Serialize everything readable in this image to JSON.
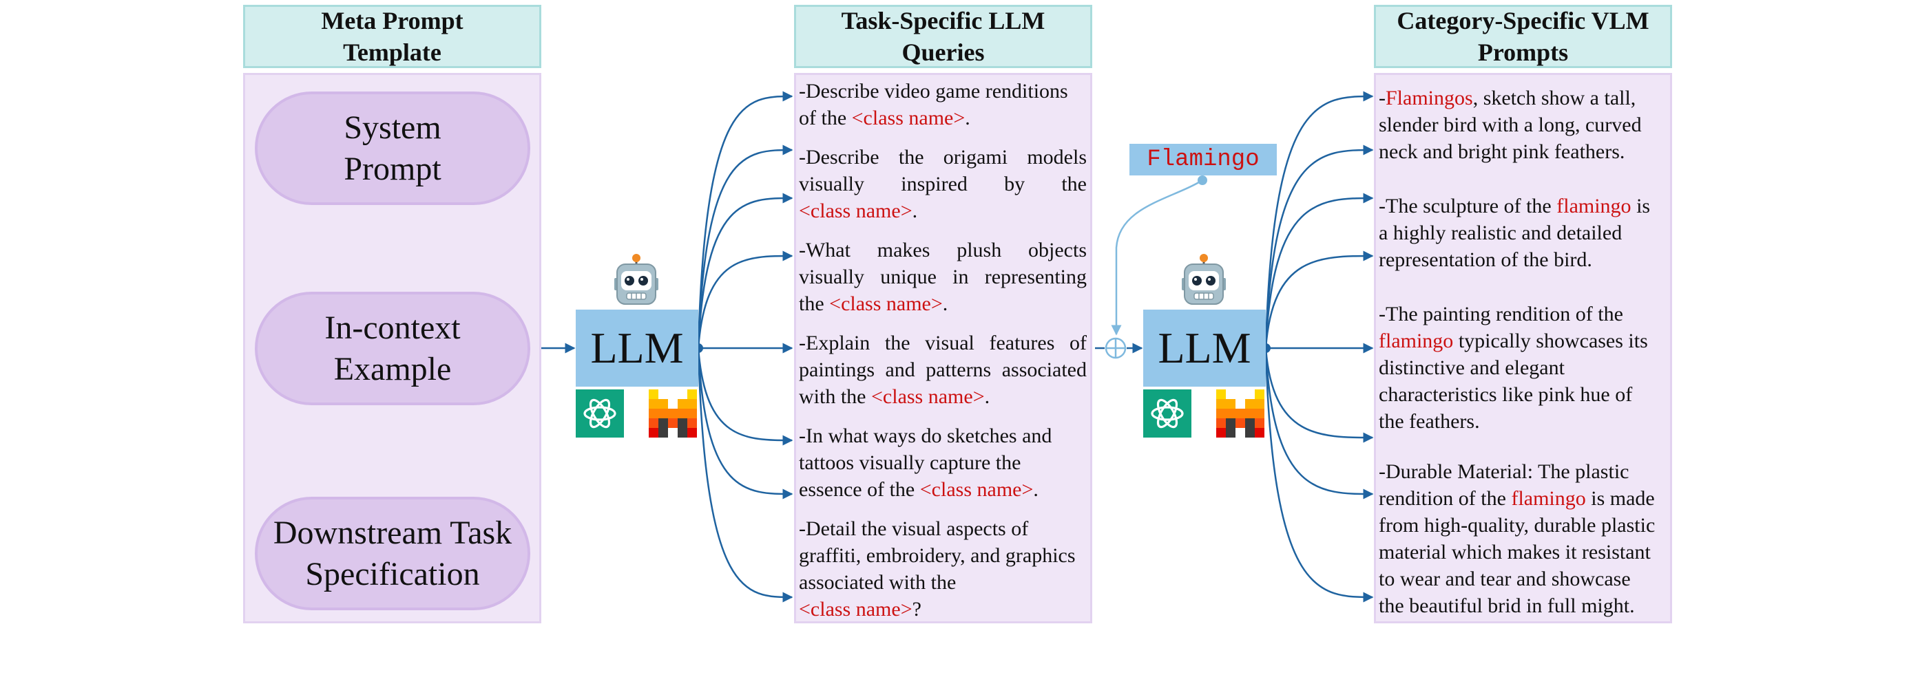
{
  "headers": {
    "meta_prompt": [
      "Meta Prompt",
      "Template"
    ],
    "llm_queries": [
      "Task-Specific LLM",
      "Queries"
    ],
    "vlm_prompts": [
      "Category-Specific VLM",
      "Prompts"
    ]
  },
  "meta_items": [
    [
      "System",
      "Prompt"
    ],
    [
      "In-context",
      "Example"
    ],
    [
      "Downstream Task",
      "Specification"
    ]
  ],
  "llm_label": "LLM",
  "placeholder": "<class name>",
  "query_input": "Flamingo",
  "queries": [
    {
      "lines": [
        [
          {
            "t": "-Describe video game renditions"
          }
        ],
        [
          {
            "t": "of the "
          },
          {
            "t": "<class name>",
            "r": true
          },
          {
            "t": "."
          }
        ]
      ]
    },
    {
      "lines": [
        [
          {
            "t": "-Describe the origami models"
          }
        ],
        [
          {
            "t": "visually inspired by the"
          }
        ],
        [
          {
            "t": "<class name>",
            "r": true
          },
          {
            "t": "."
          }
        ]
      ]
    },
    {
      "lines": [
        [
          {
            "t": "-What makes plush objects"
          }
        ],
        [
          {
            "t": "visually unique in representing"
          }
        ],
        [
          {
            "t": "the "
          },
          {
            "t": "<class name>",
            "r": true
          },
          {
            "t": "."
          }
        ]
      ]
    },
    {
      "lines": [
        [
          {
            "t": "-Explain the visual features of"
          }
        ],
        [
          {
            "t": "paintings and patterns associated"
          }
        ],
        [
          {
            "t": "with the "
          },
          {
            "t": "<class name>",
            "r": true
          },
          {
            "t": "."
          }
        ]
      ]
    },
    {
      "lines": [
        [
          {
            "t": "-In what ways do sketches and"
          }
        ],
        [
          {
            "t": "tattoos visually capture the"
          }
        ],
        [
          {
            "t": "essence of the "
          },
          {
            "t": "<class name>",
            "r": true
          },
          {
            "t": "."
          }
        ]
      ]
    },
    {
      "lines": [
        [
          {
            "t": "-Detail the visual aspects of"
          }
        ],
        [
          {
            "t": "graffiti, embroidery, and graphics"
          }
        ],
        [
          {
            "t": "associated with the"
          }
        ],
        [
          {
            "t": "<class name>",
            "r": true
          },
          {
            "t": "?"
          }
        ]
      ]
    }
  ],
  "prompts": [
    {
      "lines": [
        [
          {
            "t": "-"
          },
          {
            "t": "Flamingos",
            "r": true
          },
          {
            "t": ", sketch show a tall,"
          }
        ],
        [
          {
            "t": "slender bird with a long, curved"
          }
        ],
        [
          {
            "t": "neck and bright pink feathers."
          }
        ]
      ]
    },
    {
      "lines": [
        [
          {
            "t": "-The sculpture of the "
          },
          {
            "t": "flamingo",
            "r": true
          },
          {
            "t": " is"
          }
        ],
        [
          {
            "t": "a highly realistic and detailed"
          }
        ],
        [
          {
            "t": "representation of the bird."
          }
        ]
      ]
    },
    {
      "lines": [
        [
          {
            "t": "-The painting rendition of the"
          }
        ],
        [
          {
            "t": "flamingo",
            "r": true
          },
          {
            "t": " typically showcases its"
          }
        ],
        [
          {
            "t": "distinctive and elegant"
          }
        ],
        [
          {
            "t": "characteristics like pink hue of"
          }
        ],
        [
          {
            "t": "the feathers."
          }
        ]
      ]
    },
    {
      "lines": [
        [
          {
            "t": "-Durable Material: The plastic"
          }
        ],
        [
          {
            "t": "rendition of the "
          },
          {
            "t": "flamingo",
            "r": true
          },
          {
            "t": " is made"
          }
        ],
        [
          {
            "t": "from high-quality, durable plastic"
          }
        ],
        [
          {
            "t": "material which makes it resistant"
          }
        ],
        [
          {
            "t": "to wear and tear and showcase"
          }
        ],
        [
          {
            "t": "the beautiful brid in full might."
          }
        ]
      ]
    }
  ],
  "colors": {
    "header_fill": "#d3eeee",
    "panel_fill": "#f0e6f7",
    "pill_fill": "#dcc7ec",
    "llm_fill": "#95c7ea",
    "arrow": "#1f63a0",
    "highlight": "#cc1111"
  },
  "icons": [
    "robot-icon",
    "openai-logo-icon",
    "mistral-logo-icon",
    "circle-plus-icon"
  ]
}
